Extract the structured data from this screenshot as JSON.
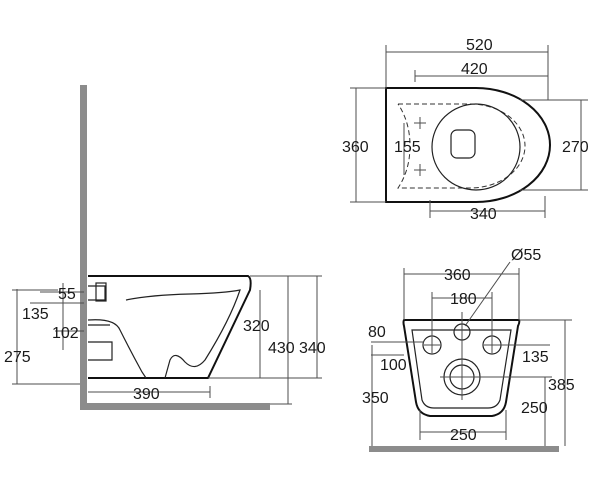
{
  "colors": {
    "line": "#111111",
    "dimension": "#4d4d4d",
    "wall": "#8c8c8c",
    "background": "#ffffff"
  },
  "side_view": {
    "dims": {
      "d55": "55",
      "d135": "135",
      "d102": "102",
      "d275": "275",
      "d320": "320",
      "d430": "430",
      "d340": "340",
      "d390": "390"
    }
  },
  "top_view": {
    "dims": {
      "d520": "520",
      "d420": "420",
      "d360": "360",
      "d155": "155",
      "d270": "270",
      "d340": "340"
    }
  },
  "rear_view": {
    "dims": {
      "d360": "360",
      "d55": "Ø55",
      "d180": "180",
      "d80": "80",
      "d100": "100",
      "d135": "135",
      "d350": "350",
      "d385": "385",
      "d250_right": "250",
      "d250_bottom": "250"
    }
  }
}
